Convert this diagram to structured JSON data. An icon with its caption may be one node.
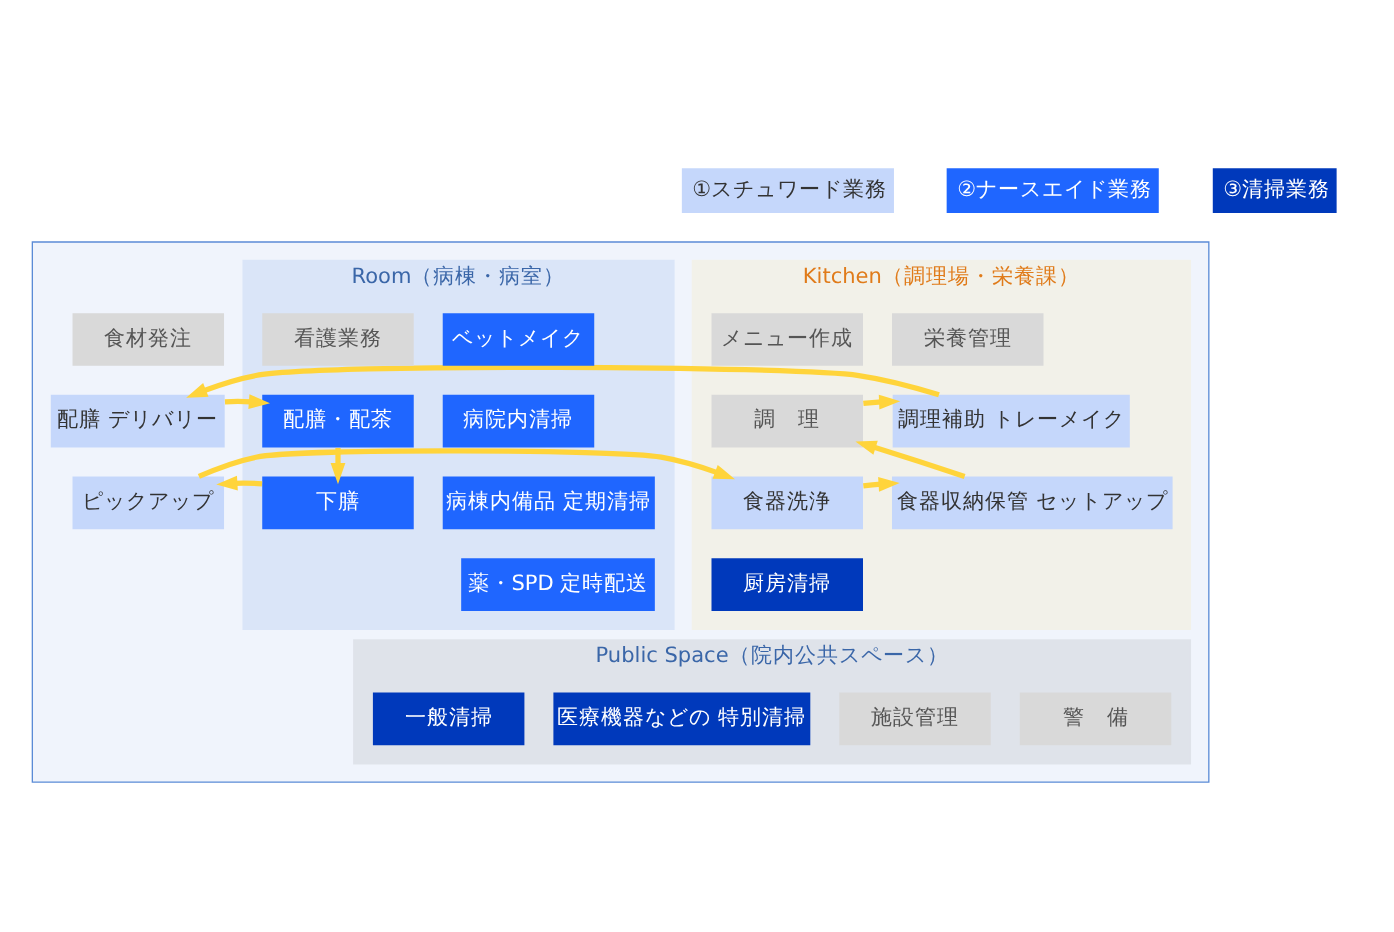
{
  "diagram": {
    "nodes": [
      {
        "text": [],
        "shape": "box"
      },
      {
        "text": [
          "Kitchen（調理場・栄養課）"
        ],
        "in": 0
      },
      {
        "text": [
          "メニュー作成"
        ],
        "in": 1
      },
      {
        "text": [
          "栄養管理"
        ],
        "in": 1
      },
      {
        "text": [
          "食材発注"
        ],
        "in": 0
      },
      {
        "text": [
          "Room（病棟・病室）"
        ],
        "in": 0
      },
      {
        "text": [
          "看護業務"
        ],
        "in": 5
      },
      {
        "text": [
          "ベットメイク"
        ],
        "in": 5
      },
      {
        "text": [
          "調　理"
        ],
        "in": 1
      },
      {
        "text": [
          "調理補助 トレーメイク"
        ],
        "in": 1
      },
      {
        "text": [
          "配膳 デリバリー"
        ],
        "in": 0
      },
      {
        "text": [
          "配膳・配茶"
        ],
        "in": 5
      },
      {
        "text": [
          "病院内清掃"
        ],
        "in": 5
      },
      {
        "text": [
          "病棟内備品 定期清掃"
        ],
        "in": 5
      },
      {
        "text": [
          "下膳"
        ],
        "in": 5
      },
      {
        "text": [
          "食器収納保管 セットアップ"
        ],
        "in": 1
      },
      {
        "text": [
          "食器洗浄"
        ],
        "in": 1
      },
      {
        "text": [
          "ピックアップ"
        ],
        "in": 0
      },
      {
        "text": [
          "薬・SPD 定時配送"
        ],
        "in": 5
      },
      {
        "text": [
          "厨房清掃"
        ],
        "in": 1
      },
      {
        "text": [
          "Public Space（院内公共スペース）"
        ],
        "in": 0
      },
      {
        "text": [
          "一般清掃"
        ],
        "in": 20
      },
      {
        "text": [
          "医療機器などの 特別清掃"
        ],
        "in": 20
      },
      {
        "text": [
          "施設管理"
        ],
        "in": 20
      },
      {
        "text": [
          "警　備"
        ],
        "in": 20
      }
    ],
    "edges": [
      {
        "from": 8,
        "to": 9,
        "arrow": "to"
      },
      {
        "from": 9,
        "to": 10,
        "arrow": "to"
      },
      {
        "from": 10,
        "to": 11,
        "arrow": "to"
      },
      {
        "from": 11,
        "to": 14,
        "arrow": "to"
      },
      {
        "from": 14,
        "to": 17,
        "arrow": "to"
      },
      {
        "from": 17,
        "to": 16,
        "arrow": "to"
      },
      {
        "from": 16,
        "to": 15,
        "arrow": "to"
      },
      {
        "from": 15,
        "to": 8,
        "arrow": "to"
      }
    ],
    "legend": [
      {
        "text": "①スチュワード業務",
        "color": "#c5d7fb"
      },
      {
        "text": "②ナースエイド業務",
        "color": "#1f66ff"
      },
      {
        "text": "③清掃業務",
        "color": "#0039bb"
      }
    ]
  }
}
